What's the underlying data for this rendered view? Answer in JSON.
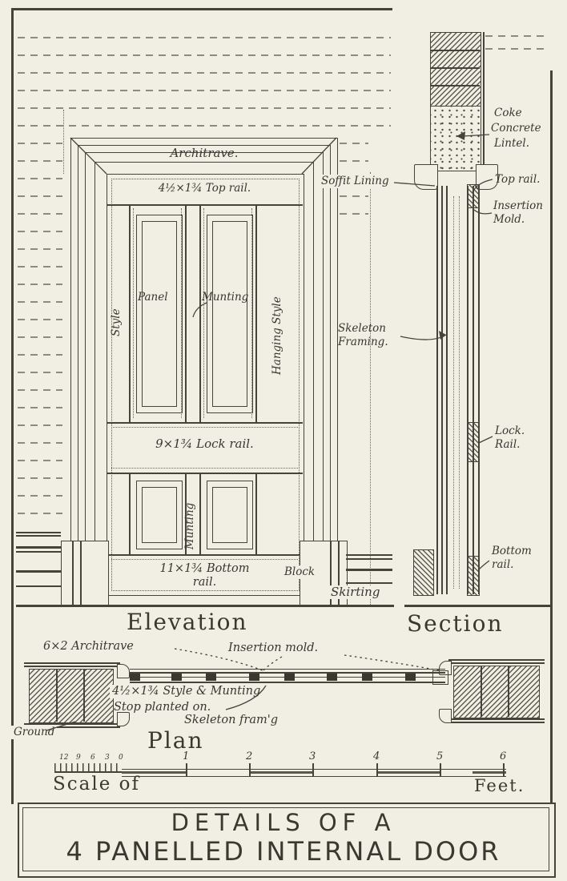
{
  "palette": {
    "paper": "#f1eee3",
    "ink": "#3b392f"
  },
  "elevation": {
    "title": "Elevation",
    "architrave": "Architrave.",
    "top_rail": "4½×1¾ Top rail.",
    "style": "Style",
    "panel": "Panel",
    "munting": "Munting",
    "hanging_style": "Hanging Style",
    "lock_rail": "9×1¾ Lock rail.",
    "munting_lower": "Munting",
    "bottom_rail_line1": "11×1¾ Bottom",
    "bottom_rail_line2": "rail.",
    "block": "Block",
    "skirting": "Skirting"
  },
  "section": {
    "title": "Section",
    "lintel_line1": "Coke",
    "lintel_line2": "Concrete",
    "lintel_line3": "Lintel.",
    "soffit_lining": "Soffit Lining",
    "top_rail": "Top rail.",
    "insertion_mold_line1": "Insertion",
    "insertion_mold_line2": "Mold.",
    "skeleton_line1": "Skeleton",
    "skeleton_line2": "Framing.",
    "lock_rail_line1": "Lock.",
    "lock_rail_line2": "Rail.",
    "bottom_rail_line1": "Bottom",
    "bottom_rail_line2": "rail."
  },
  "plan": {
    "title": "Plan",
    "architrave": "6×2 Architrave",
    "insertion_mold": "Insertion mold.",
    "style_munting": "4½×1¾ Style & Munting",
    "stop_line1": "Stop planted on.",
    "stop_line2": "Skeleton fram'g",
    "ground": "Ground"
  },
  "scale": {
    "label": "Scale of",
    "unit": "Feet.",
    "inch_labels": [
      "12",
      "9",
      "6",
      "3",
      "0"
    ],
    "foot_labels": [
      "1",
      "2",
      "3",
      "4",
      "5",
      "6"
    ]
  },
  "title_block": {
    "line1": "DETAILS OF A",
    "line2": "4 PANELLED INTERNAL DOOR"
  }
}
